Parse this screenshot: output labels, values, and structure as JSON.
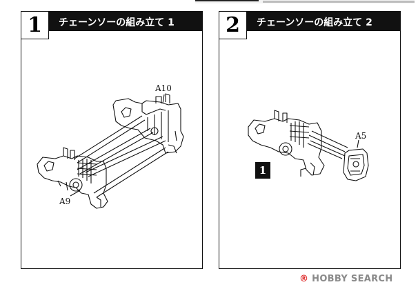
{
  "steps": [
    {
      "number": "1",
      "title": "チェーンソーの組み立て 1",
      "parts": [
        "A10",
        "A9"
      ]
    },
    {
      "number": "2",
      "title": "チェーンソーの組み立て 2",
      "parts": [
        "A5"
      ],
      "ref_step": "1"
    }
  ],
  "watermark": {
    "mark": "®",
    "text": "HOBBY SEARCH"
  }
}
